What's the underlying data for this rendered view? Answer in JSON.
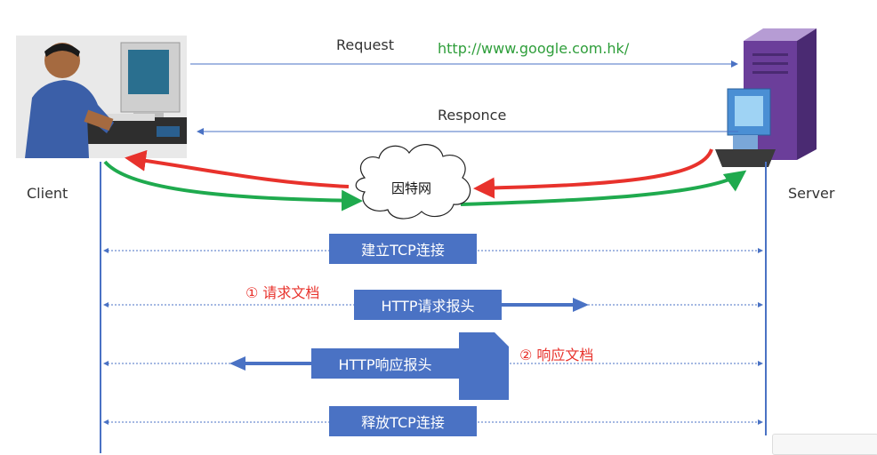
{
  "labels": {
    "request": "Request",
    "url": "http://www.google.com.hk/",
    "response": "Responce",
    "client": "Client",
    "server": "Server",
    "internet": "因特网"
  },
  "steps": {
    "establish_tcp": "建立TCP连接",
    "request_doc": "① 请求文档",
    "http_request_header": "HTTP请求报头",
    "response_doc": "② 响应文档",
    "http_response_header": "HTTP响应报头",
    "release_tcp": "释放TCP连接"
  },
  "colors": {
    "blue": "#4a72c4",
    "green": "#1faa4e",
    "red": "#e8322c",
    "url_green": "#2e9e3a"
  },
  "icons": [
    "client-person-computer-icon",
    "server-tower-icon",
    "cloud-icon"
  ]
}
